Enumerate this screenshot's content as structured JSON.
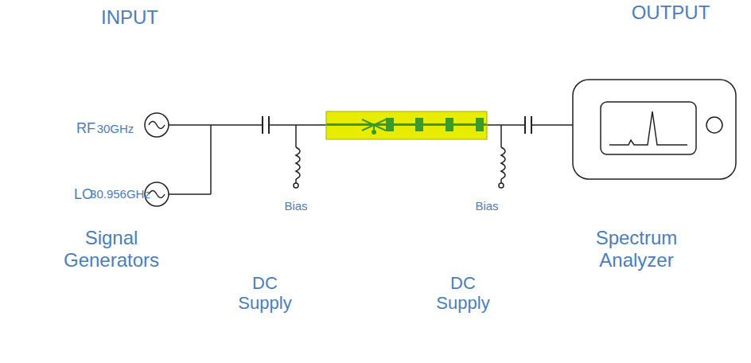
{
  "diagram": {
    "labels": [
      "INPUT",
      "OUTPUT",
      "RF",
      "30GHz",
      "LO",
      "30.956GHz",
      "Signal Generators",
      "Bias",
      "Bias",
      "DC Supply",
      "DC Supply",
      "Spectrum Analyzer"
    ]
  }
}
